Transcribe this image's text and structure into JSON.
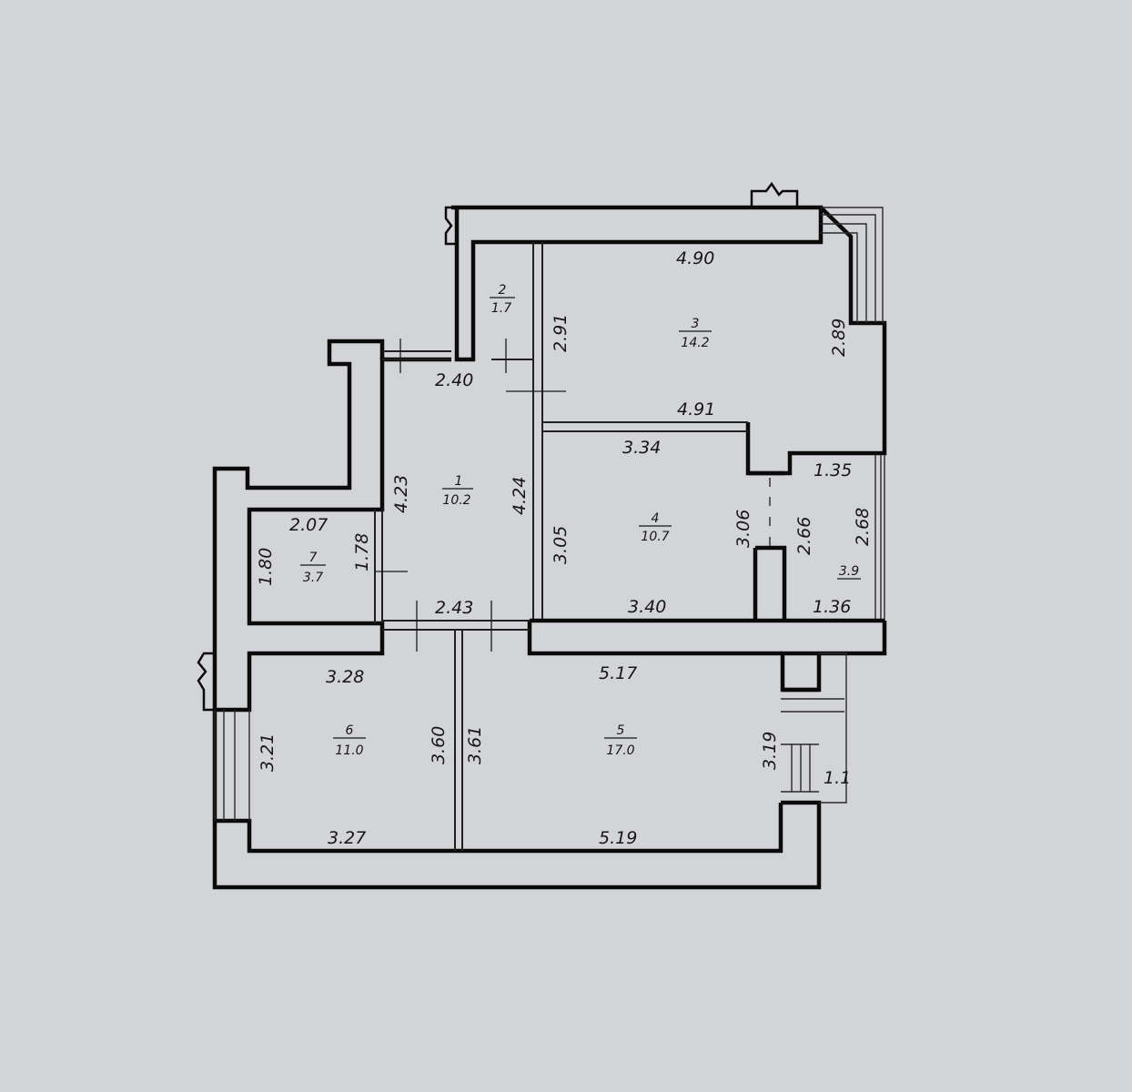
{
  "rooms": [
    {
      "id": "room-1",
      "number": "1",
      "area": "10.2"
    },
    {
      "id": "room-2",
      "number": "2",
      "area": "1.7"
    },
    {
      "id": "room-3",
      "number": "3",
      "area": "14.2"
    },
    {
      "id": "room-4",
      "number": "4",
      "area": "10.7"
    },
    {
      "id": "room-5",
      "number": "5",
      "area": "17.0"
    },
    {
      "id": "room-6",
      "number": "6",
      "area": "11.0"
    },
    {
      "id": "room-7",
      "number": "7",
      "area": "3.7"
    }
  ],
  "balcony_area": "3.9",
  "dimensions": [
    "4.90",
    "2.91",
    "2.89",
    "4.91",
    "2.40",
    "4.23",
    "4.24",
    "3.34",
    "3.05",
    "3.06",
    "1.35",
    "2.66",
    "2.68",
    "3.40",
    "1.36",
    "2.07",
    "1.80",
    "1.78",
    "2.43",
    "3.28",
    "5.17",
    "3.21",
    "3.60",
    "3.61",
    "3.19",
    "1.1",
    "3.27",
    "5.19"
  ]
}
